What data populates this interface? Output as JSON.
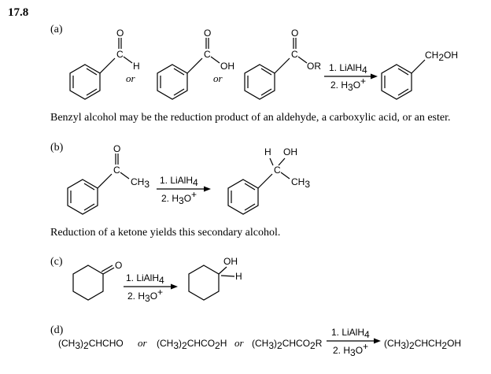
{
  "problem_number": "17.8",
  "parts": {
    "a": {
      "label": "(a)",
      "or_1": "or",
      "or_2": "or",
      "reagent_1": "1. LiAlH",
      "reagent_1_sub": "4",
      "reagent_2": "2. H",
      "reagent_2_sub": "3",
      "reagent_2_tail": "O",
      "reagent_2_sup": "+",
      "caption": "Benzyl alcohol may be the reduction product of an aldehyde, a carboxylic acid, or an ester."
    },
    "b": {
      "label": "(b)",
      "reagent_1": "1. LiAlH",
      "reagent_1_sub": "4",
      "reagent_2": "2. H",
      "reagent_2_sub": "3",
      "reagent_2_tail": "O",
      "reagent_2_sup": "+",
      "caption": "Reduction of a ketone yields this secondary alcohol."
    },
    "c": {
      "label": "(c)",
      "reagent_1": "1. LiAlH",
      "reagent_1_sub": "4",
      "reagent_2": "2. H",
      "reagent_2_sub": "3",
      "reagent_2_tail": "O",
      "reagent_2_sup": "+"
    },
    "d": {
      "label": "(d)",
      "or_1": "or",
      "or_2": "or",
      "reagent_1": "1. LiAlH",
      "reagent_1_sub": "4",
      "reagent_2": "2. H",
      "reagent_2_sub": "3",
      "reagent_2_tail": "O",
      "reagent_2_sup": "+"
    }
  },
  "atoms": {
    "O": "O",
    "C": "C",
    "H": "H",
    "OH": "OH",
    "OR": "OR",
    "CH": "CH",
    "CH_sub": "3",
    "CH2": "CH",
    "CH2_sub": "2",
    "CH2_tail": "OH"
  },
  "formulas": {
    "d1_a": "(CH",
    "d1_sub": "3",
    "d1_b": ")",
    "d1_sub2": "2",
    "d1_c": "CHCHO",
    "d2_c": "CHCO",
    "d2_sub3": "2",
    "d2_d": "H",
    "d3_d": "R",
    "prod_c": "CHCH",
    "prod_sub3": "2",
    "prod_d": "OH"
  }
}
